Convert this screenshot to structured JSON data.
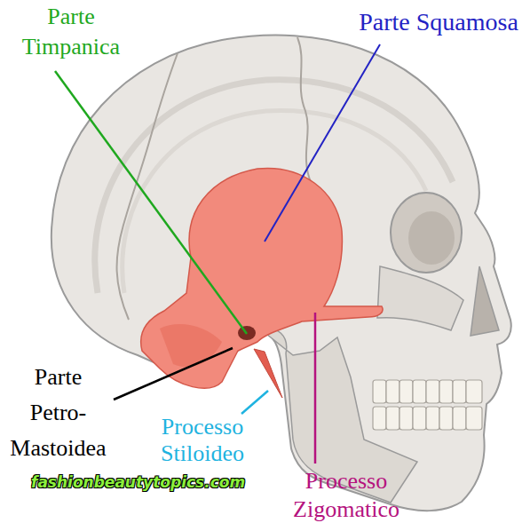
{
  "diagram": {
    "labels": [
      "Parte Timpanica",
      "Parte Squamosa",
      "Parte Petro-Mastoidea",
      "Processo Stiloideo",
      "Processo Zigomatico",
      "fashionbeautytopics.com"
    ]
  }
}
